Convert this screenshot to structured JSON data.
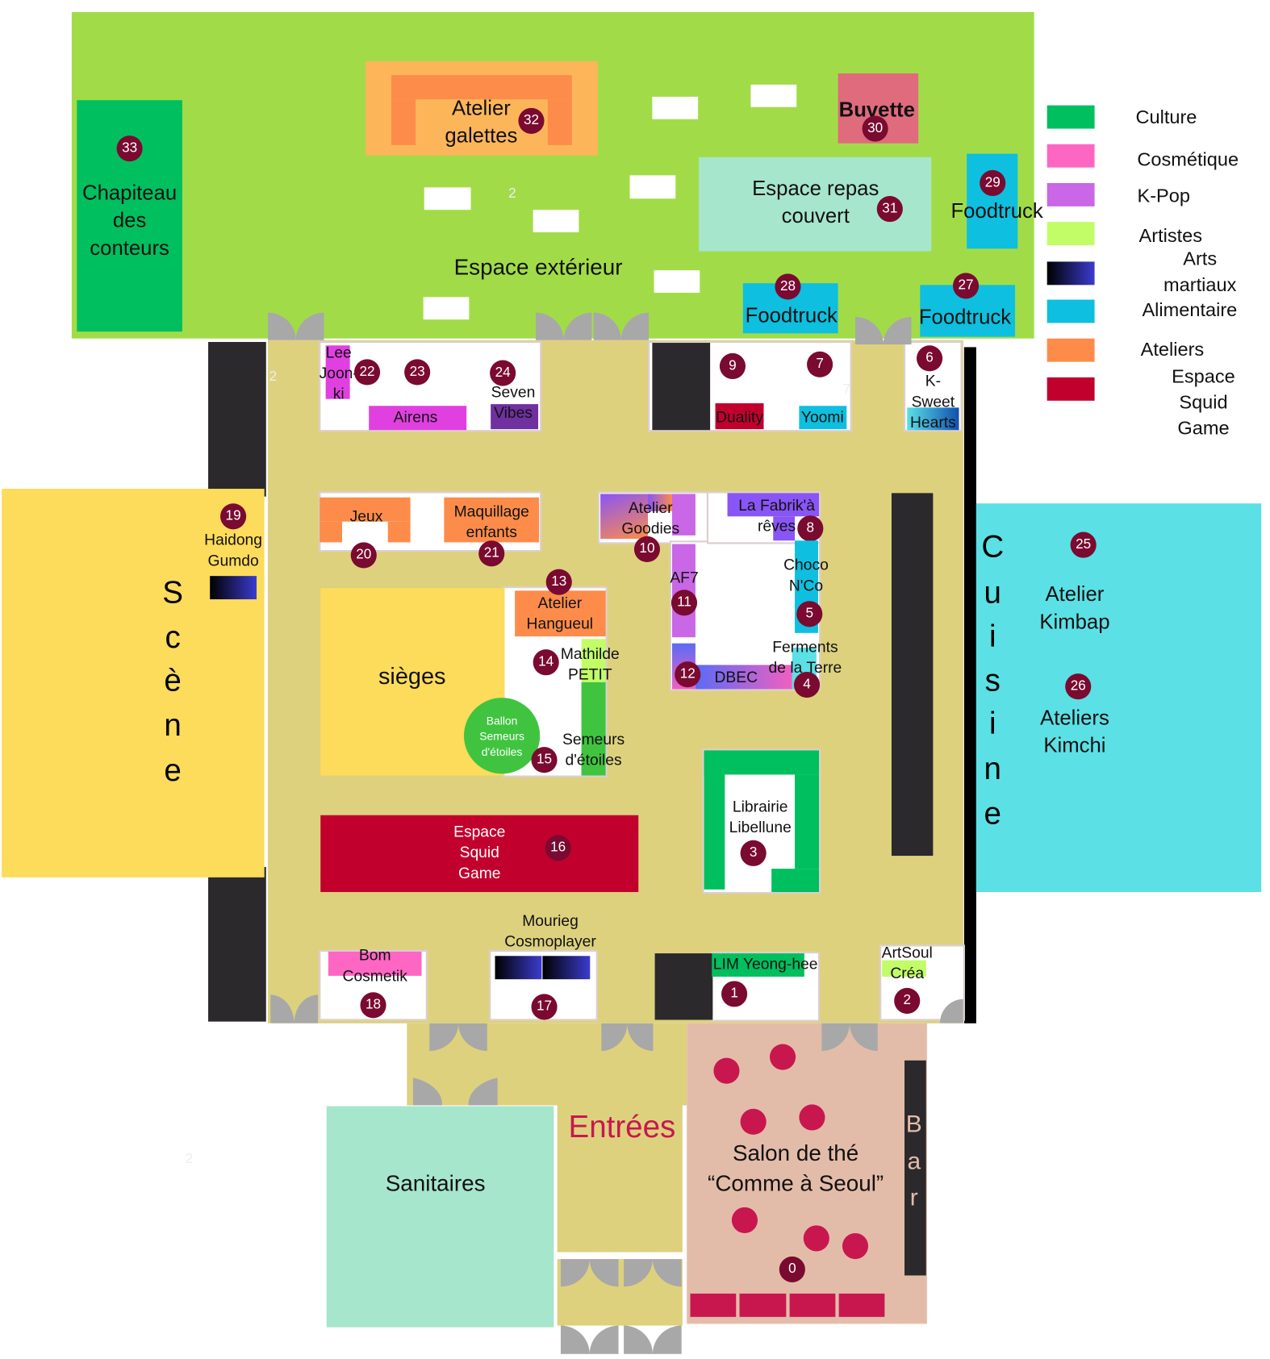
{
  "colors": {
    "culture": "#00bf5f",
    "cosmetique": "#fe66c3",
    "kpop": "#c967e6",
    "artistes": "#c2fc67",
    "arts_martiaux_from": "#000000",
    "arts_martiaux_to": "#3b3bd0",
    "alimentaire": "#0ebfdf",
    "ateliers": "#fd8c4a",
    "squid": "#c2002d",
    "outdoor": "#a1dc48",
    "floor": "#ddd17e",
    "scene": "#fddb5b",
    "cuisine": "#5be0e5",
    "salon": "#e3bca9",
    "badge": "#7a0a30"
  },
  "legend": [
    {
      "label": "Culture"
    },
    {
      "label": "Cosmétique"
    },
    {
      "label": "K-Pop"
    },
    {
      "label": "Artistes"
    },
    {
      "label": "Arts martiaux"
    },
    {
      "label": "Alimentaire"
    },
    {
      "label": "Ateliers"
    },
    {
      "label": "Espace Squid\nGame"
    }
  ],
  "zones": {
    "outdoor": "Espace extérieur",
    "scene": [
      "S",
      "c",
      "è",
      "n",
      "e"
    ],
    "cuisine": [
      "C",
      "u",
      "i",
      "s",
      "i",
      "n",
      "e"
    ],
    "bar": [
      "B",
      "a",
      "r"
    ],
    "entrees": "Entrées",
    "sanitaires": "Sanitaires",
    "sieges": "sièges",
    "ballon": "Ballon\nSemeurs\nd'étoiles"
  },
  "stands": {
    "s0": {
      "num": "0",
      "name": "Salon de thé\n“Comme à Seoul”"
    },
    "s1": {
      "num": "1",
      "name": "LIM Yeong-hee"
    },
    "s2": {
      "num": "2",
      "name": "ArtSoul\nCréa"
    },
    "s3": {
      "num": "3",
      "name": "Librairie\nLibellune"
    },
    "s4": {
      "num": "4",
      "name": "Ferments\nde la Terre"
    },
    "s5": {
      "num": "5",
      "name": "Choco\nN'Co"
    },
    "s6": {
      "num": "6",
      "name": "K-\nSweet\nHearts"
    },
    "s7": {
      "num": "7",
      "name": "Yoomi"
    },
    "s8": {
      "num": "8",
      "name": "La Fabrik'à\nrêves"
    },
    "s9": {
      "num": "9",
      "name": "Duality"
    },
    "s10": {
      "num": "10",
      "name": "Atelier\nGoodies"
    },
    "s11": {
      "num": "11",
      "name": "AF7"
    },
    "s12": {
      "num": "12",
      "name": "DBEC"
    },
    "s13": {
      "num": "13",
      "name": "Atelier\nHangueul"
    },
    "s14": {
      "num": "14",
      "name": "Mathilde\nPETIT"
    },
    "s15": {
      "num": "15",
      "name": "Semeurs\nd'étoiles"
    },
    "s16": {
      "num": "16",
      "name": "Espace\nSquid\nGame"
    },
    "s17": {
      "num": "17",
      "name": "Mourieg\nCosmoplayer"
    },
    "s18": {
      "num": "18",
      "name": "Bom\nCosmetik"
    },
    "s19": {
      "num": "19",
      "name": "Haidong\nGumdo"
    },
    "s20": {
      "num": "20",
      "name": "Jeux"
    },
    "s21": {
      "num": "21",
      "name": "Maquillage\nenfants"
    },
    "s22": {
      "num": "22",
      "name": "Lee\nJoon-\nki"
    },
    "s23": {
      "num": "23",
      "name": "Airens"
    },
    "s24": {
      "num": "24",
      "name": "Seven\nVibes"
    },
    "s25": {
      "num": "25",
      "name": "Atelier\nKimbap"
    },
    "s26": {
      "num": "26",
      "name": "Ateliers\nKimchi"
    },
    "s27": {
      "num": "27",
      "name": "Foodtruck"
    },
    "s28": {
      "num": "28",
      "name": "Foodtruck"
    },
    "s29": {
      "num": "29",
      "name": "Foodtruck"
    },
    "s30": {
      "num": "30",
      "name": "Buvette"
    },
    "s31": {
      "num": "31",
      "name": "Espace repas\ncouvert"
    },
    "s32": {
      "num": "32",
      "name": "Atelier\ngalettes"
    },
    "s33": {
      "num": "33",
      "name": "Chapiteau\ndes\nconteurs"
    }
  },
  "stray_labels": [
    "2",
    "2",
    "2",
    "7"
  ]
}
